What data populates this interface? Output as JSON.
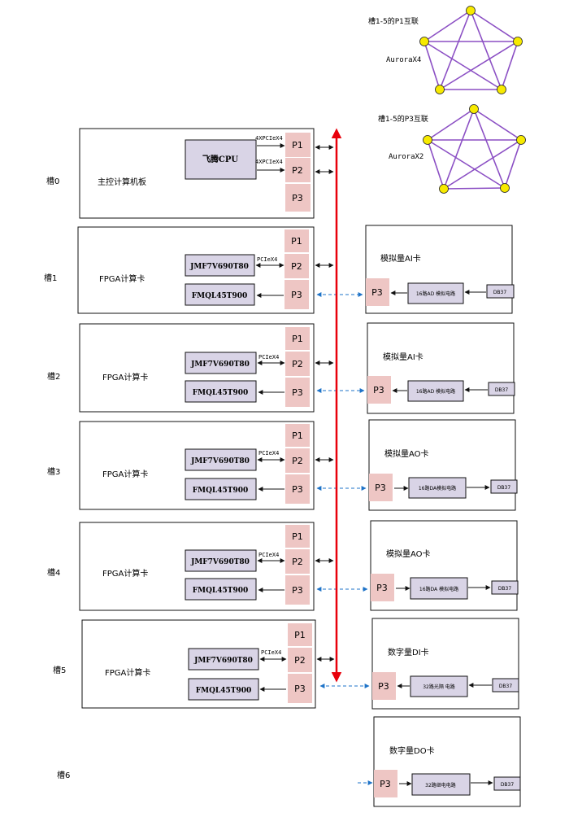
{
  "mesh_top": {
    "title": "槽1-5的P1互联",
    "label": "AuroraX4"
  },
  "mesh_bottom": {
    "title": "槽1-5的P3互联",
    "label": "AuroraX2"
  },
  "cpu_board": {
    "slot": "槽0",
    "name": "主控计算机板",
    "chip": "飞腾CPU",
    "link1": "4XPCIeX4",
    "link2": "4XPCIeX4",
    "ports": [
      "P1",
      "P2",
      "P3"
    ]
  },
  "fpga_cards": [
    {
      "slot": "槽1",
      "name": "FPGA计算卡",
      "chip1": "JMF7V690T80",
      "chip2": "FMQL45T900",
      "link": "PCIeX4",
      "ports": [
        "P1",
        "P2",
        "P3"
      ]
    },
    {
      "slot": "槽2",
      "name": "FPGA计算卡",
      "chip1": "JMF7V690T80",
      "chip2": "FMQL45T900",
      "link": "PCIeX4",
      "ports": [
        "P1",
        "P2",
        "P3"
      ]
    },
    {
      "slot": "槽3",
      "name": "FPGA计算卡",
      "chip1": "JMF7V690T80",
      "chip2": "FMQL45T900",
      "link": "PCIeX4",
      "ports": [
        "P1",
        "P2",
        "P3"
      ]
    },
    {
      "slot": "槽4",
      "name": "FPGA计算卡",
      "chip1": "JMF7V690T80",
      "chip2": "FMQL45T900",
      "link": "PCIeX4",
      "ports": [
        "P1",
        "P2",
        "P3"
      ]
    },
    {
      "slot": "槽5",
      "name": "FPGA计算卡",
      "chip1": "JMF7V690T80",
      "chip2": "FMQL45T900",
      "link": "PCIeX4",
      "ports": [
        "P1",
        "P2",
        "P3"
      ]
    }
  ],
  "io_cards": [
    {
      "name": "模拟量AI卡",
      "port": "P3",
      "circuit": "16路AD 模拟电路",
      "connector": "DB37"
    },
    {
      "name": "模拟量AI卡",
      "port": "P3",
      "circuit": "16路AD 模拟电路",
      "connector": "DB37"
    },
    {
      "name": "模拟量AO卡",
      "port": "P3",
      "circuit": "16路DA模拟电路",
      "connector": "DB37"
    },
    {
      "name": "模拟量AO卡",
      "port": "P3",
      "circuit": "16路DA 模拟电路",
      "connector": "DB37"
    },
    {
      "name": "数字量DI卡",
      "port": "P3",
      "circuit": "32路光隔 电路",
      "connector": "DB37"
    },
    {
      "name": "数字量DO卡",
      "port": "P3",
      "circuit": "32路继电电路",
      "connector": "DB37"
    }
  ],
  "slot6": "槽6",
  "colors": {
    "port_fill": "#eec6c4",
    "chip_fill": "#d9d4e6",
    "mesh_line": "#8b4fc4",
    "node_fill": "#f7ea00",
    "bus_red": "#e8000b",
    "arrow_blue": "#1e73c8"
  }
}
